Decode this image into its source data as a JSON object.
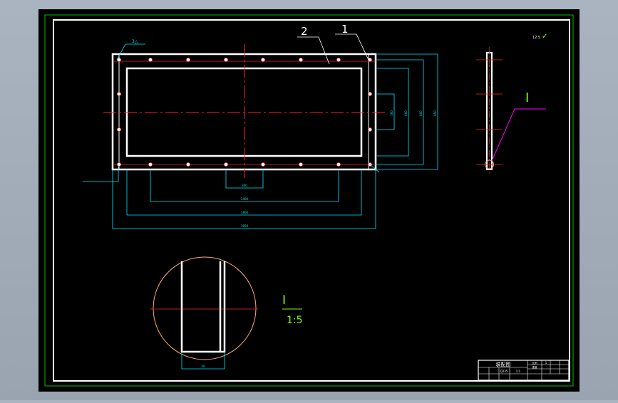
{
  "drawing": {
    "balloon_part_2": "2",
    "balloon_part_1": "1",
    "weld_note": "3△",
    "roughness_symbol": "✓",
    "roughness_value": "12.5",
    "detail_label": "I",
    "detail_view_label": "I",
    "detail_scale": "1:5",
    "dims": {
      "hole_pitch_small": "300",
      "hole_span": "1400",
      "inner_length": "1800",
      "overall_length": "1950",
      "right_dim_1": "360",
      "right_dim_2": "600",
      "right_dim_3": "800",
      "right_dim_4": "950",
      "detail_width": "50"
    }
  },
  "title_block": {
    "title": "装配图",
    "material": "Q235",
    "scale_text": "1:1",
    "extra_1": "1",
    "extra_2": "比例",
    "extra_3": "重量"
  },
  "colors": {
    "frame": "#ffffff",
    "border_green": "#00c000",
    "center_red": "#ff2020",
    "dim_cyan": "#00e5ff",
    "leader_magenta": "#ff00ff",
    "label_green": "#7cff00",
    "circle_orange": "#ffb070",
    "canvas": "#000000"
  }
}
